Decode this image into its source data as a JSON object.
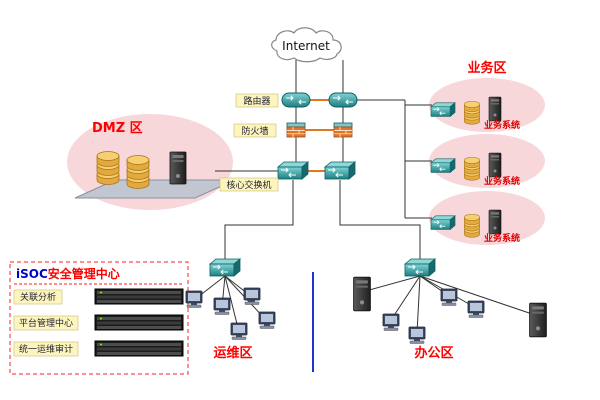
{
  "internet_label": "Internet",
  "device_labels": {
    "router": "路由器",
    "firewall": "防火墙",
    "core_switch": "核心交换机"
  },
  "zones": {
    "dmz": "DMZ 区",
    "business": "业务区",
    "business_system": "业务系统",
    "ops": "运维区",
    "office": "办公区"
  },
  "isoc": {
    "title_prefix": "iSOC",
    "title_main": "安全管理中心",
    "items": [
      "关联分析",
      "平台管理中心",
      "统一运维审计"
    ]
  },
  "colors": {
    "zone_fill": "#f8d7da",
    "label_red": "#ff0000",
    "isoc_blue": "#0000cc",
    "line": "#333333",
    "accent_orange": "#e07820",
    "divider_blue": "#2233cc",
    "device_teal": "#2a8f8f",
    "disk_gold": "#e3a93c"
  }
}
